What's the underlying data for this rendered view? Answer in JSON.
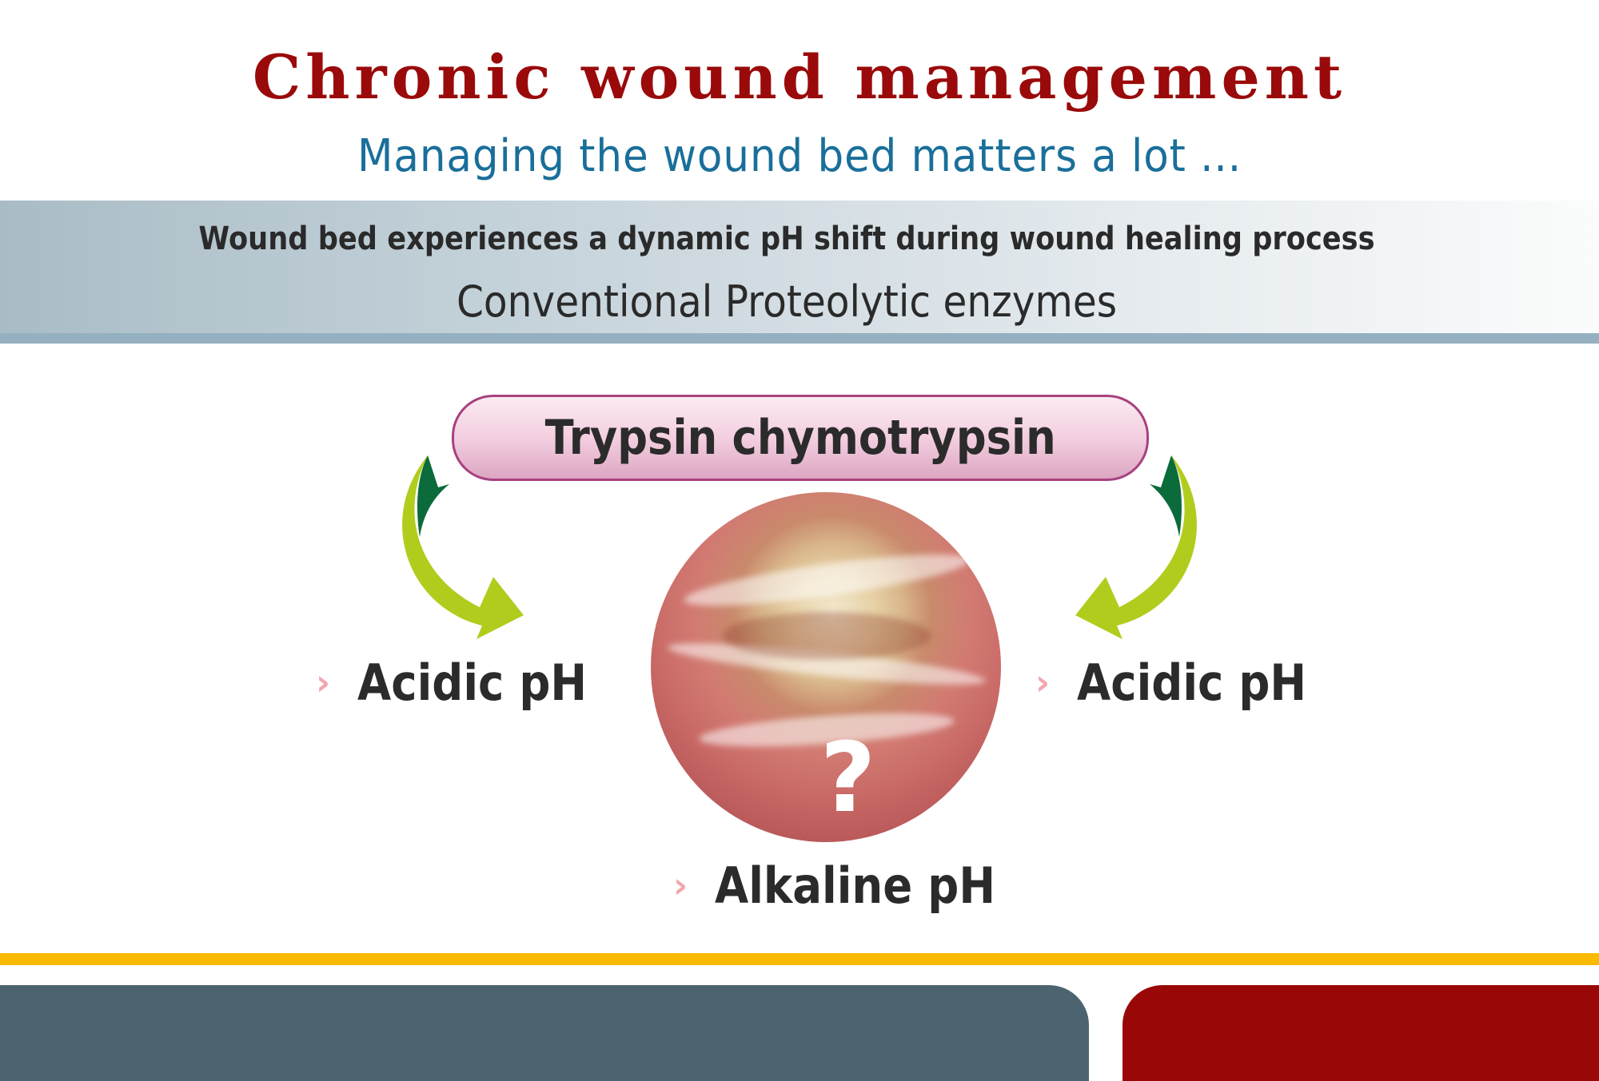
{
  "header": {
    "title": "Chronic wound management",
    "subtitle": "Managing the wound bed matters a lot ..."
  },
  "band": {
    "line1": "Wound bed experiences a dynamic pH shift during wound healing process",
    "line2": "Conventional Proteolytic enzymes"
  },
  "diagram": {
    "enzyme_label": "Trypsin chymotrypsin",
    "left_label": "Acidic pH",
    "right_label": "Acidic pH",
    "center_label": "Alkaline pH",
    "question_mark": "?"
  },
  "colors": {
    "title": "#9a0a0a",
    "subtitle": "#1a6f9a",
    "accent_yellow": "#fbba00",
    "panel_slate": "#4b6470",
    "panel_red": "#990707",
    "arrow_green": "#b2cc1e",
    "arrow_dark": "#0b6b3a"
  }
}
